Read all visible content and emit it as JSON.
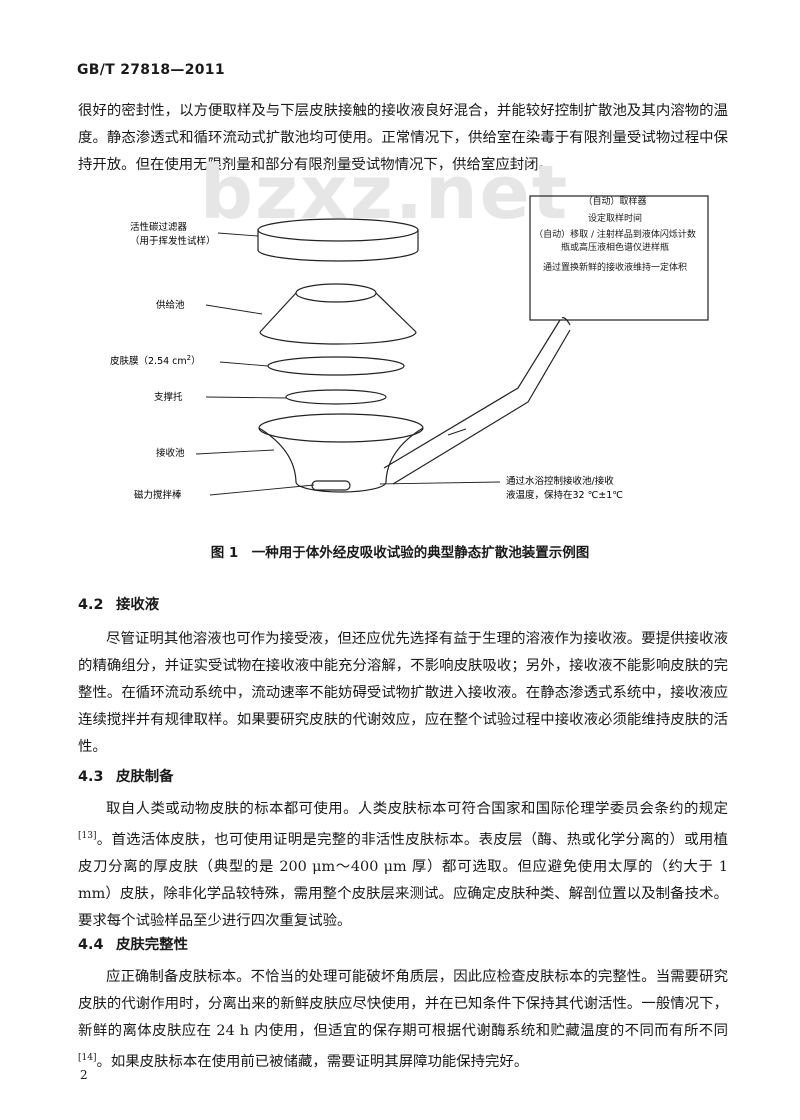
{
  "header": {
    "std_code": "GB/T 27818—2011"
  },
  "watermark": "bzxz.net",
  "intro_paragraph": "很好的密封性，以方便取样及与下层皮肤接触的接收液良好混合，并能较好控制扩散池及其内溶物的温度。静态渗透式和循环流动式扩散池均可使用。正常情况下，供给室在染毒于有限剂量受试物过程中保持开放。但在使用无限剂量和部分有限剂量受试物情况下，供给室应封闭。",
  "figure": {
    "labels": {
      "filter": "活性碳过滤器",
      "filter_note": "（用于挥发性试样）",
      "donor": "供给池",
      "skin": "皮肤膜（2.54 cm",
      "skin_sup": "2",
      "skin_end": "）",
      "support": "支撑托",
      "receptor": "接收池",
      "stirrer": "磁力搅拌棒",
      "water_bath_1": "通过水浴控制接收池/接收",
      "water_bath_2": "液温度，保持在32 ℃±1℃"
    },
    "box_lines": [
      "（自动）取样器",
      "设定取样时间",
      "（自动）移取 / 注射样品到液体闪烁计数瓶或高压液相色谱仪进样瓶",
      "通过置换新鲜的接收液维持一定体积"
    ],
    "caption": "图 1　一种用于体外经皮吸收试验的典型静态扩散池装置示例图"
  },
  "sections": [
    {
      "num": "4.2",
      "title": "接收液",
      "text": "尽管证明其他溶液也可作为接受液，但还应优先选择有益于生理的溶液作为接收液。要提供接收液的精确组分，并证实受试物在接收液中能充分溶解，不影响皮肤吸收；另外，接收液不能影响皮肤的完整性。在循环流动系统中，流动速率不能妨碍受试物扩散进入接收液。在静态渗透式系统中，接收液应连续搅拌并有规律取样。如果要研究皮肤的代谢效应，应在整个试验过程中接收液必须能维持皮肤的活性。"
    },
    {
      "num": "4.3",
      "title": "皮肤制备",
      "text_a": "取自人类或动物皮肤的标本都可使用。人类皮肤标本可符合国家和国际伦理学委员会条约的规定",
      "ref_a": "[13]",
      "text_b": "。首选活体皮肤，也可使用证明是完整的非活性皮肤标本。表皮层（酶、热或化学分离的）或用植皮刀分离的厚皮肤（典型的是 200 μm～400 μm 厚）都可选取。但应避免使用太厚的（约大于 1 mm）皮肤，除非化学品较特殊，需用整个皮肤层来测试。应确定皮肤种类、解剖位置以及制备技术。要求每个试验样品至少进行四次重复试验。"
    },
    {
      "num": "4.4",
      "title": "皮肤完整性",
      "text_a": "应正确制备皮肤标本。不恰当的处理可能破坏角质层，因此应检查皮肤标本的完整性。当需要研究皮肤的代谢作用时，分离出来的新鲜皮肤应尽快使用，并在已知条件下保持其代谢活性。一般情况下，新鲜的离体皮肤应在 24 h 内使用，但适宜的保存期可根据代谢酶系统和贮藏温度的不同而有所不同",
      "ref_a": "[14]",
      "text_b": "。如果皮肤标本在使用前已被储藏，需要证明其屏障功能保持完好。"
    }
  ],
  "footer": {
    "page_number": "2"
  }
}
